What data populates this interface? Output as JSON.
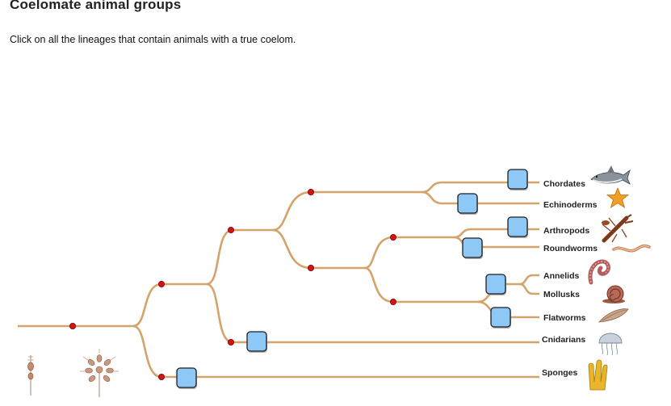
{
  "page": {
    "title": "Coelomate animal groups",
    "instructions": "Click on all the lineages that contain animals with a true coelom."
  },
  "tree": {
    "branch_color": "#d4a36a",
    "node_color": "#d41414",
    "button_color": "#8ec8f7",
    "taxa": [
      {
        "id": "chordates",
        "label": "Chordates",
        "icon": "shark-icon"
      },
      {
        "id": "echinoderms",
        "label": "Echinoderms",
        "icon": "starfish-icon"
      },
      {
        "id": "arthropods",
        "label": "Arthropods",
        "icon": "lobster-icon"
      },
      {
        "id": "roundworms",
        "label": "Roundworms",
        "icon": "roundworm-icon"
      },
      {
        "id": "annelids",
        "label": "Annelids",
        "icon": "annelid-worm-icon"
      },
      {
        "id": "mollusks",
        "label": "Mollusks",
        "icon": "snail-icon"
      },
      {
        "id": "flatworms",
        "label": "Flatworms",
        "icon": "flatworm-icon"
      },
      {
        "id": "cnidarians",
        "label": "Cnidarians",
        "icon": "jellyfish-icon"
      },
      {
        "id": "sponges",
        "label": "Sponges",
        "icon": "sponge-icon"
      }
    ],
    "root_icons": [
      "choanoflagellate-icon",
      "choanoflagellate-colony-icon"
    ]
  }
}
